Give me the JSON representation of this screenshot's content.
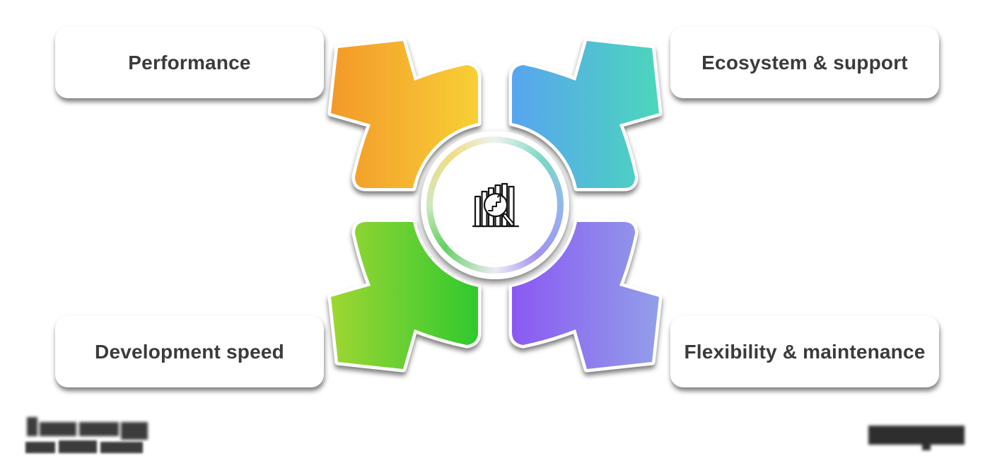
{
  "diagram": {
    "labels": {
      "top_left": "Performance",
      "top_right": "Ecosystem & support",
      "bottom_left": "Development speed",
      "bottom_right": "Flexibility & maintenance"
    },
    "arrows": [
      {
        "position": "top-left",
        "direction": "up-left",
        "gradient": [
          "#f8d035",
          "#f3992a"
        ]
      },
      {
        "position": "top-right",
        "direction": "up-right",
        "gradient": [
          "#58a4f0",
          "#4cd6bc"
        ]
      },
      {
        "position": "bottom-left",
        "direction": "down-left",
        "gradient": [
          "#2ec92e",
          "#9ed633"
        ]
      },
      {
        "position": "bottom-right",
        "direction": "down-right",
        "gradient": [
          "#8a57f3",
          "#929ee9"
        ]
      }
    ],
    "center_icon": "bar-chart-magnifier-growth-icon",
    "colors": {
      "box_background": "#ffffff",
      "label_text": "#3b3b3b",
      "icon_stroke": "#141414"
    }
  },
  "footer": {
    "left_logo": "blurred-logo-mark",
    "right_watermark": "blurred-watermark",
    "ink": "#3c3c3c"
  }
}
